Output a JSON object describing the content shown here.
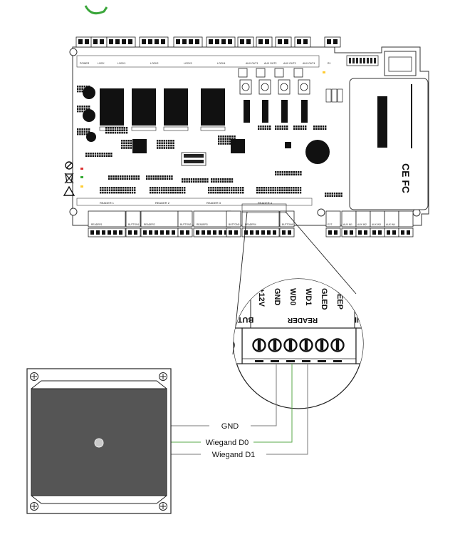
{
  "board": {
    "top_terminal_labels": [
      "POWER",
      "LOCK",
      "LOCK1",
      "LOCK2",
      "LOCK3",
      "LOCK4",
      "AUX OUT1",
      "AUX OUT2",
      "AUX OUT3",
      "AUX OUT4",
      "R1"
    ],
    "bottom_terminal_labels": [
      "READER1",
      "BUTTON1",
      "READER2",
      "BUTTON2",
      "READER3",
      "BUTTON3",
      "READER4",
      "BUTTON4",
      "EXT",
      "AUX IN1",
      "AUX IN2",
      "AUX IN3",
      "AUX IN4"
    ],
    "reader_block_labels": [
      "READER 1",
      "READER 2",
      "READER 3",
      "READER 4"
    ],
    "cert_marks": "CE FC"
  },
  "zoom": {
    "pins": [
      "+12V",
      "GND",
      "WD0",
      "WD1",
      "GLED",
      "BEEP"
    ],
    "group_label": "READER",
    "left_cut_label": "BUT",
    "right_cut_label": "INI"
  },
  "wiring": {
    "gnd_label": "GND",
    "d0_label": "Wiegand D0",
    "d1_label": "Wiegand D1",
    "d0_color": "#5aa84a",
    "line_color": "#7a7a7a"
  },
  "colors": {
    "accent": "#3aa63a",
    "device_face": "#555555"
  }
}
